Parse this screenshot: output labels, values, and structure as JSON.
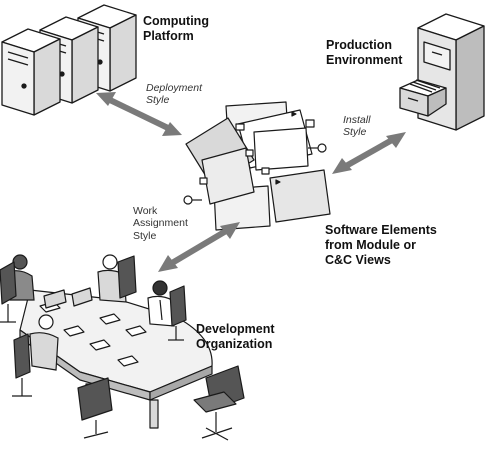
{
  "labels": {
    "computing_platform": "Computing\nPlatform",
    "production_environment": "Production\nEnvironment",
    "software_elements": "Software Elements\nfrom Module or\nC&C Views",
    "development_organization": "Development\nOrganization",
    "deployment_style": "Deployment\nStyle",
    "install_style": "Install\nStyle",
    "work_assignment_style": "Work\nAssignment\nStyle"
  },
  "colors": {
    "outline": "#1a1a1a",
    "arrow": "#7a7a7a",
    "fill_light": "#f2f2f2",
    "fill_mid": "#d9d9d9",
    "fill_dark": "#bdbdbd"
  }
}
